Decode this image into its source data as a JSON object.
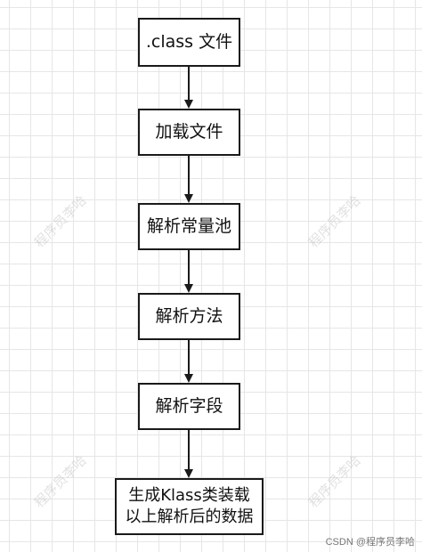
{
  "diagram": {
    "nodes": [
      {
        "id": "class-file",
        "label": ".class 文件"
      },
      {
        "id": "load-file",
        "label": "加载文件"
      },
      {
        "id": "parse-constant-pool",
        "label": "解析常量池"
      },
      {
        "id": "parse-methods",
        "label": "解析方法"
      },
      {
        "id": "parse-fields",
        "label": "解析字段"
      },
      {
        "id": "generate-klass",
        "label": "生成Klass类装载\n以上解析后的数据"
      }
    ],
    "edges": [
      {
        "from": "class-file",
        "to": "load-file"
      },
      {
        "from": "load-file",
        "to": "parse-constant-pool"
      },
      {
        "from": "parse-constant-pool",
        "to": "parse-methods"
      },
      {
        "from": "parse-methods",
        "to": "parse-fields"
      },
      {
        "from": "parse-fields",
        "to": "generate-klass"
      }
    ]
  },
  "watermark": {
    "text": "程序员李哈"
  },
  "footer": {
    "credit": "CSDN @程序员李哈"
  },
  "colors": {
    "stroke": "#1a1a1a",
    "grid": "#e6e6e6"
  }
}
